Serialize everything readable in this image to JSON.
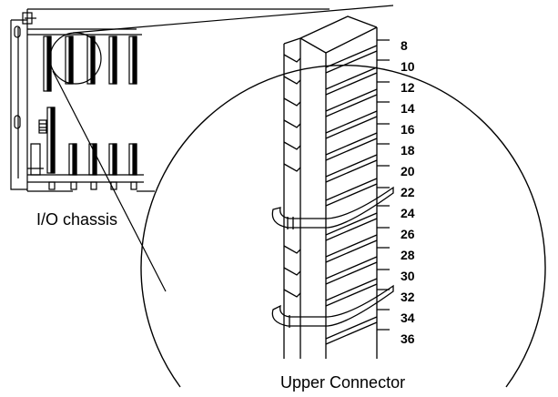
{
  "figure": {
    "chassis_label": "I/O chassis",
    "connector_label": "Upper Connector",
    "pin_numbers": [
      "8",
      "10",
      "12",
      "14",
      "16",
      "18",
      "20",
      "22",
      "24",
      "26",
      "28",
      "30",
      "32",
      "34",
      "36"
    ]
  }
}
